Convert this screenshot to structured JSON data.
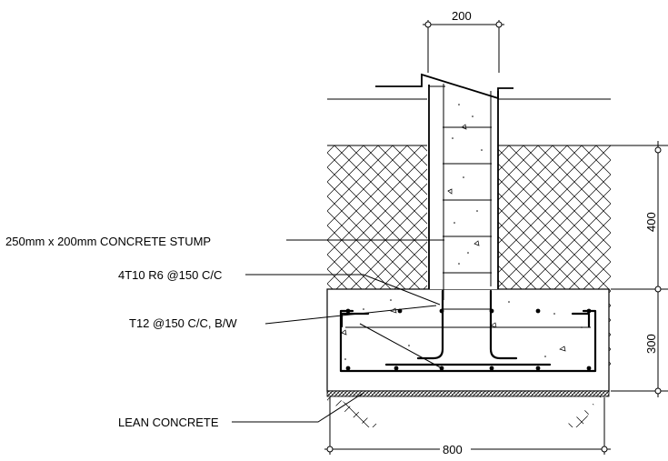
{
  "dimensions": {
    "top_width": "200",
    "upper_depth": "400",
    "lower_depth": "300",
    "base_width": "800"
  },
  "labels": {
    "stump": "250mm x 200mm CONCRETE STUMP",
    "stump_bars": "4T10 R6 @150 C/C",
    "footing_bars": "T12 @150 C/C, B/W",
    "lean": "LEAN CONCRETE"
  }
}
